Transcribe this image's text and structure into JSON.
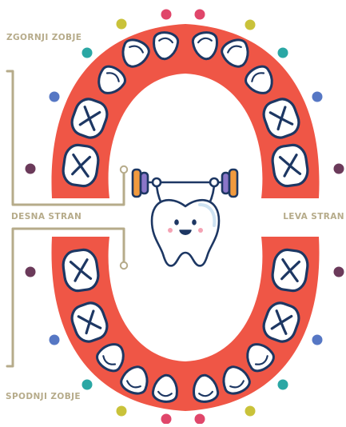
{
  "labels": {
    "upper_teeth": "ZGORNJI ZOBJE",
    "lower_teeth": "SPODNJI ZOBJE",
    "right_side": "DESNA STRAN",
    "left_side": "LEVA STRAN"
  },
  "colors": {
    "gum": "#ef5646",
    "tooth_fill": "#ffffff",
    "tooth_outline": "#1d3763",
    "label": "#b6ab8a",
    "bracket": "#b6ab8a",
    "dot_pink": "#e0466a",
    "dot_olive": "#c9c23a",
    "dot_teal": "#2aa7a4",
    "dot_blue": "#5677c4",
    "dot_plum": "#6b3a5a",
    "mascot_tooth": "#ffffff",
    "mascot_shadow": "#cfe3f2",
    "dumbbell_orange": "#f19a3e",
    "dumbbell_purple": "#8a76c8"
  },
  "teeth": {
    "upper_count": 10,
    "lower_count": 10,
    "molar_mark": "X"
  },
  "mascot": {
    "icon": "tooth-lifting-dumbbell-icon"
  }
}
